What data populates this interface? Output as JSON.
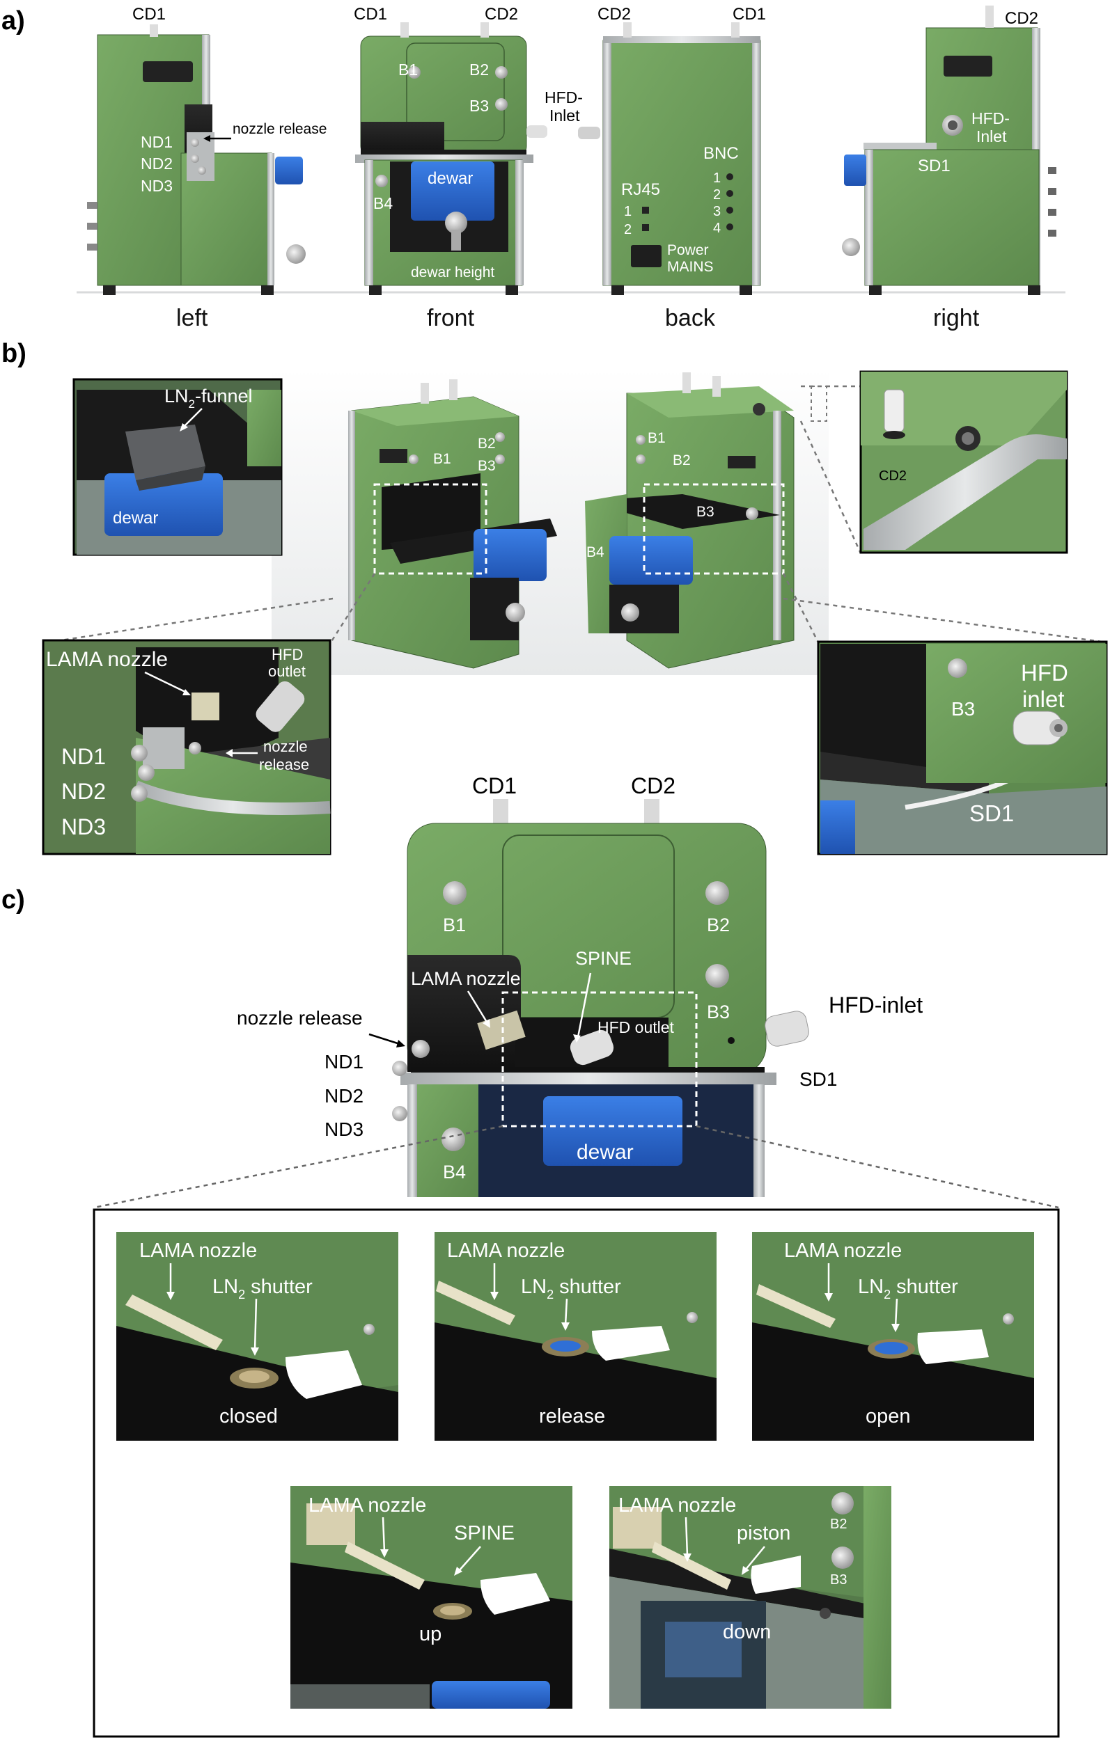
{
  "panels": {
    "a": "a)",
    "b": "b)",
    "c": "c)"
  },
  "colors": {
    "green": "#6b9a5a",
    "green_dark": "#4f7a42",
    "blue": "#2f6fd6",
    "dark": "#1d1d1d",
    "frame": "#c8cbcc"
  },
  "panel_a": {
    "views": [
      "left",
      "front",
      "back",
      "right"
    ],
    "left": {
      "cd1": "CD1",
      "nozzle_release": "nozzle release",
      "nd1": "ND1",
      "nd2": "ND2",
      "nd3": "ND3"
    },
    "front": {
      "cd1": "CD1",
      "cd2": "CD2",
      "b1": "B1",
      "b2": "B2",
      "b3": "B3",
      "b4": "B4",
      "dewar": "dewar",
      "dewar_height": "dewar height"
    },
    "hfd_inlet": "HFD-\nInlet",
    "back": {
      "cd2": "CD2",
      "cd1": "CD1",
      "bnc": "BNC",
      "bnc_ports": [
        "1",
        "2",
        "3",
        "4"
      ],
      "rj45": "RJ45",
      "rj45_ports": [
        "1",
        "2"
      ],
      "power": "Power",
      "mains": "MAINS"
    },
    "right": {
      "cd2": "CD2",
      "hfd_inlet": "HFD-\nInlet",
      "sd1": "SD1"
    }
  },
  "panel_b": {
    "funnel_label": "LN",
    "funnel_sub": "2",
    "funnel_rest": "-funnel",
    "dewar": "dewar",
    "iso1": {
      "b1": "B1",
      "b2": "B2",
      "b3": "B3"
    },
    "iso2": {
      "b1": "B1",
      "b2": "B2",
      "b3": "B3",
      "b4": "B4"
    },
    "cd2_zoom": "CD2",
    "left_zoom": {
      "lama_nozzle": "LAMA nozzle",
      "hfd_outlet": "HFD\noutlet",
      "nozzle_release": "nozzle\nrelease",
      "nd1": "ND1",
      "nd2": "ND2",
      "nd3": "ND3"
    },
    "right_zoom": {
      "b3": "B3",
      "hfd_inlet": "HFD\ninlet",
      "sd1": "SD1"
    }
  },
  "panel_c": {
    "cd1": "CD1",
    "cd2": "CD2",
    "b1": "B1",
    "b2": "B2",
    "b3": "B3",
    "b4": "B4",
    "spine": "SPINE",
    "lama_nozzle": "LAMA nozzle",
    "hfd_outlet": "HFD outlet",
    "nozzle_release": "nozzle release",
    "hfd_inlet": "HFD-inlet",
    "sd1": "SD1",
    "nd1": "ND1",
    "nd2": "ND2",
    "nd3": "ND3",
    "dewar": "dewar",
    "states": [
      {
        "nozzle": "LAMA nozzle",
        "shutter": "LN",
        "shutter_sub": "2",
        "shutter_rest": " shutter",
        "state": "closed"
      },
      {
        "nozzle": "LAMA nozzle",
        "shutter": "LN",
        "shutter_sub": "2",
        "shutter_rest": " shutter",
        "state": "release"
      },
      {
        "nozzle": "LAMA nozzle",
        "shutter": "LN",
        "shutter_sub": "2",
        "shutter_rest": " shutter",
        "state": "open"
      }
    ],
    "spine_states": [
      {
        "nozzle": "LAMA nozzle",
        "part": "SPINE",
        "state": "up"
      },
      {
        "nozzle": "LAMA nozzle",
        "part": "piston",
        "state": "down",
        "b2": "B2",
        "b3": "B3"
      }
    ]
  }
}
